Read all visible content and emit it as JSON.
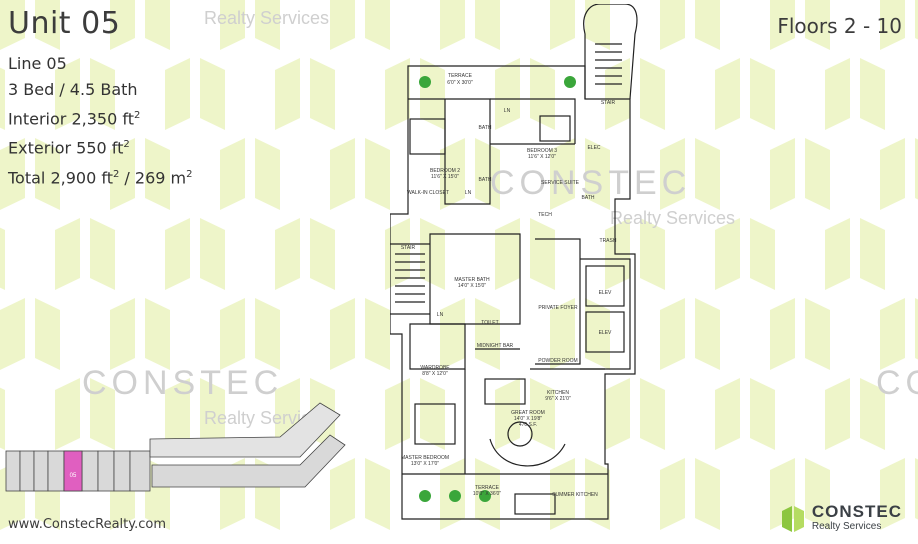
{
  "unit": {
    "title": "Unit 05",
    "line": "Line 05",
    "beds_baths": "3 Bed / 4.5 Bath",
    "interior_label": "Interior 2,350 ft",
    "exterior_label": "Exterior 550 ft",
    "total_label": "Total 2,900 ft",
    "total_metric": " / 269 m",
    "sup": "2"
  },
  "floors": "Floors 2 - 10",
  "watermark": {
    "brand": "CONSTEC",
    "sub": "Realty Services"
  },
  "footer": {
    "url": "www.ConstecRealty.com",
    "logo_name": "CONSTEC",
    "logo_tag": "Realty Services"
  },
  "keyplan": {
    "highlight_label": "05",
    "highlight_color": "#e05fc0"
  },
  "colors": {
    "pattern": "#eef5c9",
    "plant": "#3aa63a",
    "logo_green": "#8cc63f"
  },
  "rooms": {
    "terrace_top": "TERRACE",
    "terrace_top_dim": "6'0\" X 30'0\"",
    "bath1": "BATH",
    "ln1": "LN",
    "bedroom3": "BEDROOM 3",
    "bedroom3_dim": "11'6\" X 12'0\"",
    "bedroom2": "BEDROOM 2",
    "bedroom2_dim": "11'6\" X 15'0\"",
    "bath2": "BATH",
    "ln2": "LN",
    "walkin": "WALK-IN CLOSET",
    "stair_top": "STAIR",
    "elec": "ELEC",
    "service_suite": "SERVICE SUITE",
    "bath3": "BATH",
    "tech": "TECH",
    "trash": "TRASH",
    "stair_left": "STAIR",
    "master_bath": "MASTER BATH",
    "master_bath_dim": "14'0\" X 15'0\"",
    "ln3": "LN",
    "toilet": "TOILET",
    "midnight_bar": "MIDNIGHT BAR",
    "private_foyer": "PRIVATE FOYER",
    "elev1": "ELEV",
    "elev2": "ELEV",
    "powder_room": "POWDER ROOM",
    "wardrobe": "WARDROBE",
    "wardrobe_dim": "8'8\" X 12'0\"",
    "kitchen": "KITCHEN",
    "kitchen_dim": "9'6\" X 21'0\"",
    "great_room": "GREAT ROOM",
    "great_room_dim": "14'0\" X 19'8\"",
    "great_room_sf": "470 S.F.",
    "master_bedroom": "MASTER BEDROOM",
    "master_bedroom_dim": "13'0\" X 17'0\"",
    "terrace_bottom": "TERRACE",
    "terrace_bottom_dim": "10'0\" X 36'0\"",
    "summer_kitchen": "SUMMER KITCHEN"
  }
}
